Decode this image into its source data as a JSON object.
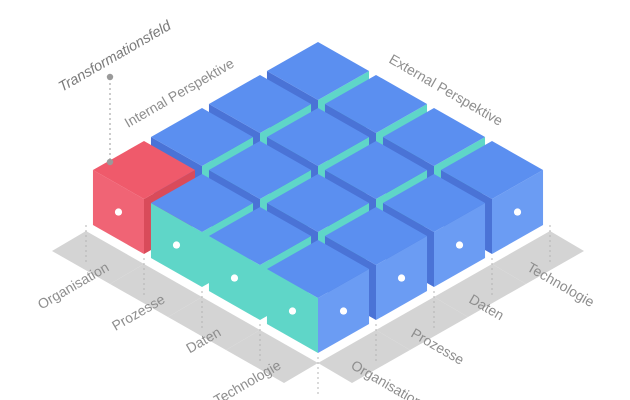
{
  "title": "Transformationsfeld",
  "perspectives": {
    "internal": "Internal Perspektive",
    "external": "External Perspektive"
  },
  "left_axis": [
    "Organisation",
    "Prozesse",
    "Daten",
    "Technologie"
  ],
  "right_axis": [
    "Organisation",
    "Prozesse",
    "Daten",
    "Technologie"
  ],
  "highlight_cell": {
    "row": 0,
    "col": 0
  },
  "colors": {
    "blue_top": "#5b8ff0",
    "blue_left": "#4a73d6",
    "blue_right": "#6b9cf3",
    "teal_face": "#5fd6c8",
    "red_top": "#ef5a6b",
    "red_left": "#f06475",
    "red_right": "#d94b5a",
    "shadow": "#d4d4d4",
    "marker": "#9a9a9a"
  }
}
